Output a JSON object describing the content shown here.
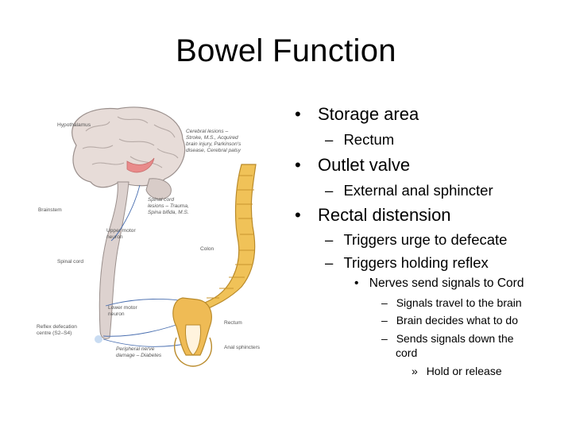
{
  "title": "Bowel Function",
  "bullets": [
    {
      "level": 1,
      "text": "Storage area"
    },
    {
      "level": 2,
      "text": "Rectum"
    },
    {
      "level": 1,
      "text": "Outlet valve"
    },
    {
      "level": 2,
      "text": "External anal sphincter"
    },
    {
      "level": 1,
      "text": "Rectal distension"
    },
    {
      "level": 2,
      "text": "Triggers urge to defecate"
    },
    {
      "level": 2,
      "text": "Triggers holding reflex"
    },
    {
      "level": 3,
      "text": "Nerves send signals to Cord"
    },
    {
      "level": 4,
      "text": "Signals travel to the brain"
    },
    {
      "level": 4,
      "text": "Brain decides what to do"
    },
    {
      "level": 4,
      "text": "Sends signals down the"
    },
    {
      "level": 4,
      "text": "cord"
    },
    {
      "level": 5,
      "text": "Hold or release"
    }
  ],
  "markers": {
    "l1": "•",
    "l2": "–",
    "l3": "•",
    "l4": "–",
    "l5": "»"
  },
  "figure": {
    "labels": {
      "hypothalamus": "Hypothalamus",
      "cerebral_1": "Cerebral lesions –",
      "cerebral_2": "Stroke, M.S., Acquired",
      "cerebral_3": "brain injury, Parkinson's",
      "cerebral_4": "disease, Cerebral palsy",
      "brainstem": "Brainstem",
      "spinal_1": "Spinal cord",
      "spinal_2": "lesions – Trauma,",
      "spinal_3": "Spina bifida, M.S.",
      "upper_1": "Upper motor",
      "upper_2": "neuron",
      "spinal_cord": "Spinal cord",
      "colon": "Colon",
      "lower_1": "Lower motor",
      "lower_2": "neuron",
      "reflex_1": "Reflex defecation",
      "reflex_2": "centre (S2–S4)",
      "rectum": "Rectum",
      "peripheral_1": "Peripheral nerve",
      "peripheral_2": "damage – Diabetes",
      "anal": "Anal sphincters"
    }
  }
}
